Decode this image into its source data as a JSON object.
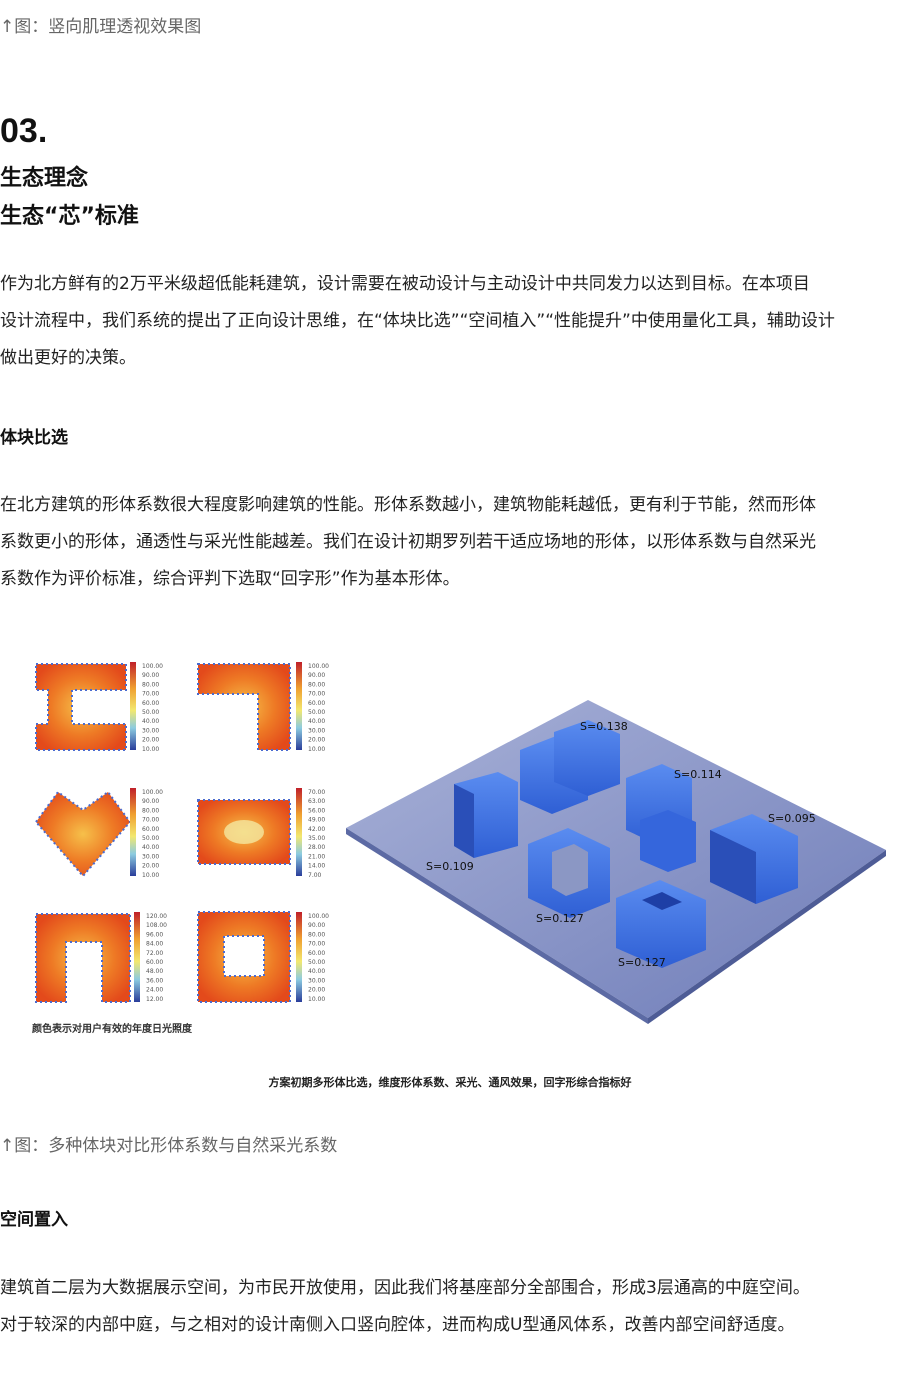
{
  "caption_top": "↑图：竖向肌理透视效果图",
  "section": {
    "number": "03.",
    "title": "生态理念",
    "subtitle": "生态“芯”标准"
  },
  "intro_lines": [
    "作为北方鲜有的2万平米级超低能耗建筑，设计需要在被动设计与主动设计中共同发力以达到目标。在本项目",
    "设计流程中，我们系统的提出了正向设计思维，在“体块比选”“空间植入”“性能提升”中使用量化工具，辅助设计",
    "做出更好的决策。"
  ],
  "block_heading": "体块比选",
  "block_lines": [
    "在北方建筑的形体系数很大程度影响建筑的性能。形体系数越小，建筑物能耗越低，更有利于节能，然而形体",
    "系数更小的形体，通透性与采光性能越差。我们在设计初期罗列若干适应场地的形体，以形体系数与自然采光",
    "系数作为评价标准，综合评判下选取“回字形”作为基本形体。"
  ],
  "figure": {
    "heatmap_note": "颜色表示对用户有效的年度日光照度",
    "caption": "方案初期多形体比选，维度形体系数、采光、通风效果，回字形综合指标好",
    "shape_labels": [
      "S=0.138",
      "S=0.114",
      "S=0.095",
      "S=0.109",
      "S=0.127",
      "S=0.127"
    ],
    "legend_scales": [
      [
        "100.00",
        "90.00",
        "80.00",
        "70.00",
        "60.00",
        "50.00",
        "40.00",
        "30.00",
        "20.00",
        "10.00"
      ],
      [
        "100.00",
        "90.00",
        "80.00",
        "70.00",
        "60.00",
        "50.00",
        "40.00",
        "30.00",
        "20.00",
        "10.00"
      ],
      [
        "100.00",
        "90.00",
        "80.00",
        "70.00",
        "60.00",
        "50.00",
        "40.00",
        "30.00",
        "20.00",
        "10.00"
      ],
      [
        "70.00",
        "63.00",
        "56.00",
        "49.00",
        "42.00",
        "35.00",
        "28.00",
        "21.00",
        "14.00",
        "7.00"
      ],
      [
        "120.00",
        "108.00",
        "96.00",
        "84.00",
        "72.00",
        "60.00",
        "48.00",
        "36.00",
        "24.00",
        "12.00"
      ],
      [
        "100.00",
        "90.00",
        "80.00",
        "70.00",
        "60.00",
        "50.00",
        "40.00",
        "30.00",
        "20.00",
        "10.00"
      ]
    ],
    "colors": {
      "hot": "#e8541e",
      "warm": "#f2a23a",
      "plate": "#8b97c4",
      "building": "#3b6fe0"
    }
  },
  "caption_bottom": "↑图：多种体块对比形体系数与自然采光系数",
  "space_heading": "空间置入",
  "space_lines": [
    "建筑首二层为大数据展示空间，为市民开放使用，因此我们将基座部分全部围合，形成3层通高的中庭空间。",
    "对于较深的内部中庭，与之相对的设计南侧入口竖向腔体，进而构成U型通风体系，改善内部空间舒适度。"
  ]
}
